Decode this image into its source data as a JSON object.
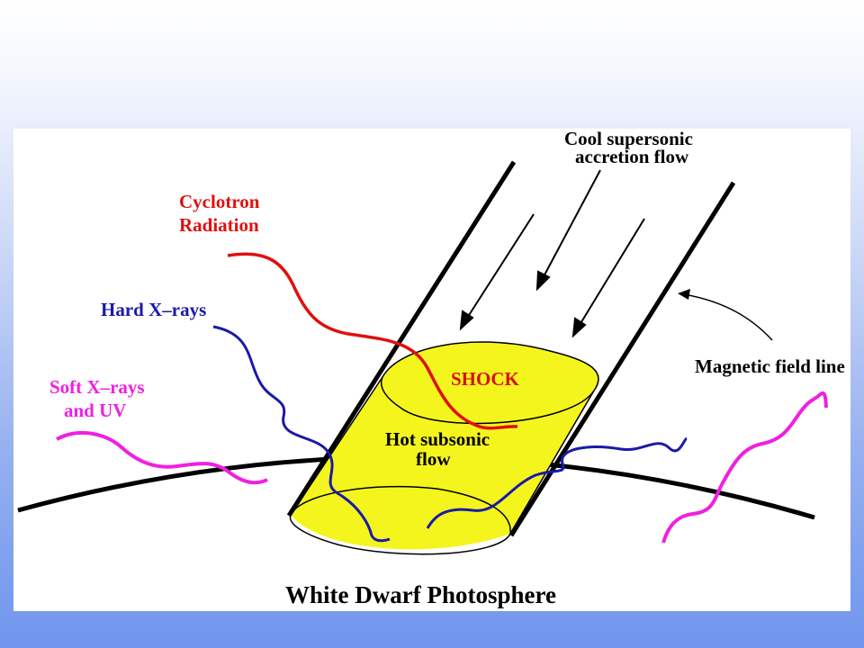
{
  "diagram": {
    "labels": {
      "accretion_line1": "Cool supersonic",
      "accretion_line2": "accretion flow",
      "cyclotron_line1": "Cyclotron",
      "cyclotron_line2": "Radiation",
      "hard_xrays": "Hard X–rays",
      "soft_xrays_line1": "Soft X–rays",
      "soft_xrays_line2": "and UV",
      "shock": "SHOCK",
      "hot_flow_line1": "Hot subsonic",
      "hot_flow_line2": "flow",
      "magnetic_field": "Magnetic field line",
      "photosphere": "White Dwarf Photosphere"
    },
    "colors": {
      "cyclotron": "#e01010",
      "hard_xrays": "#1a1aa8",
      "soft_xrays": "#f020e0",
      "column_fill": "#f5f51e",
      "shock_text": "#d81010"
    }
  }
}
